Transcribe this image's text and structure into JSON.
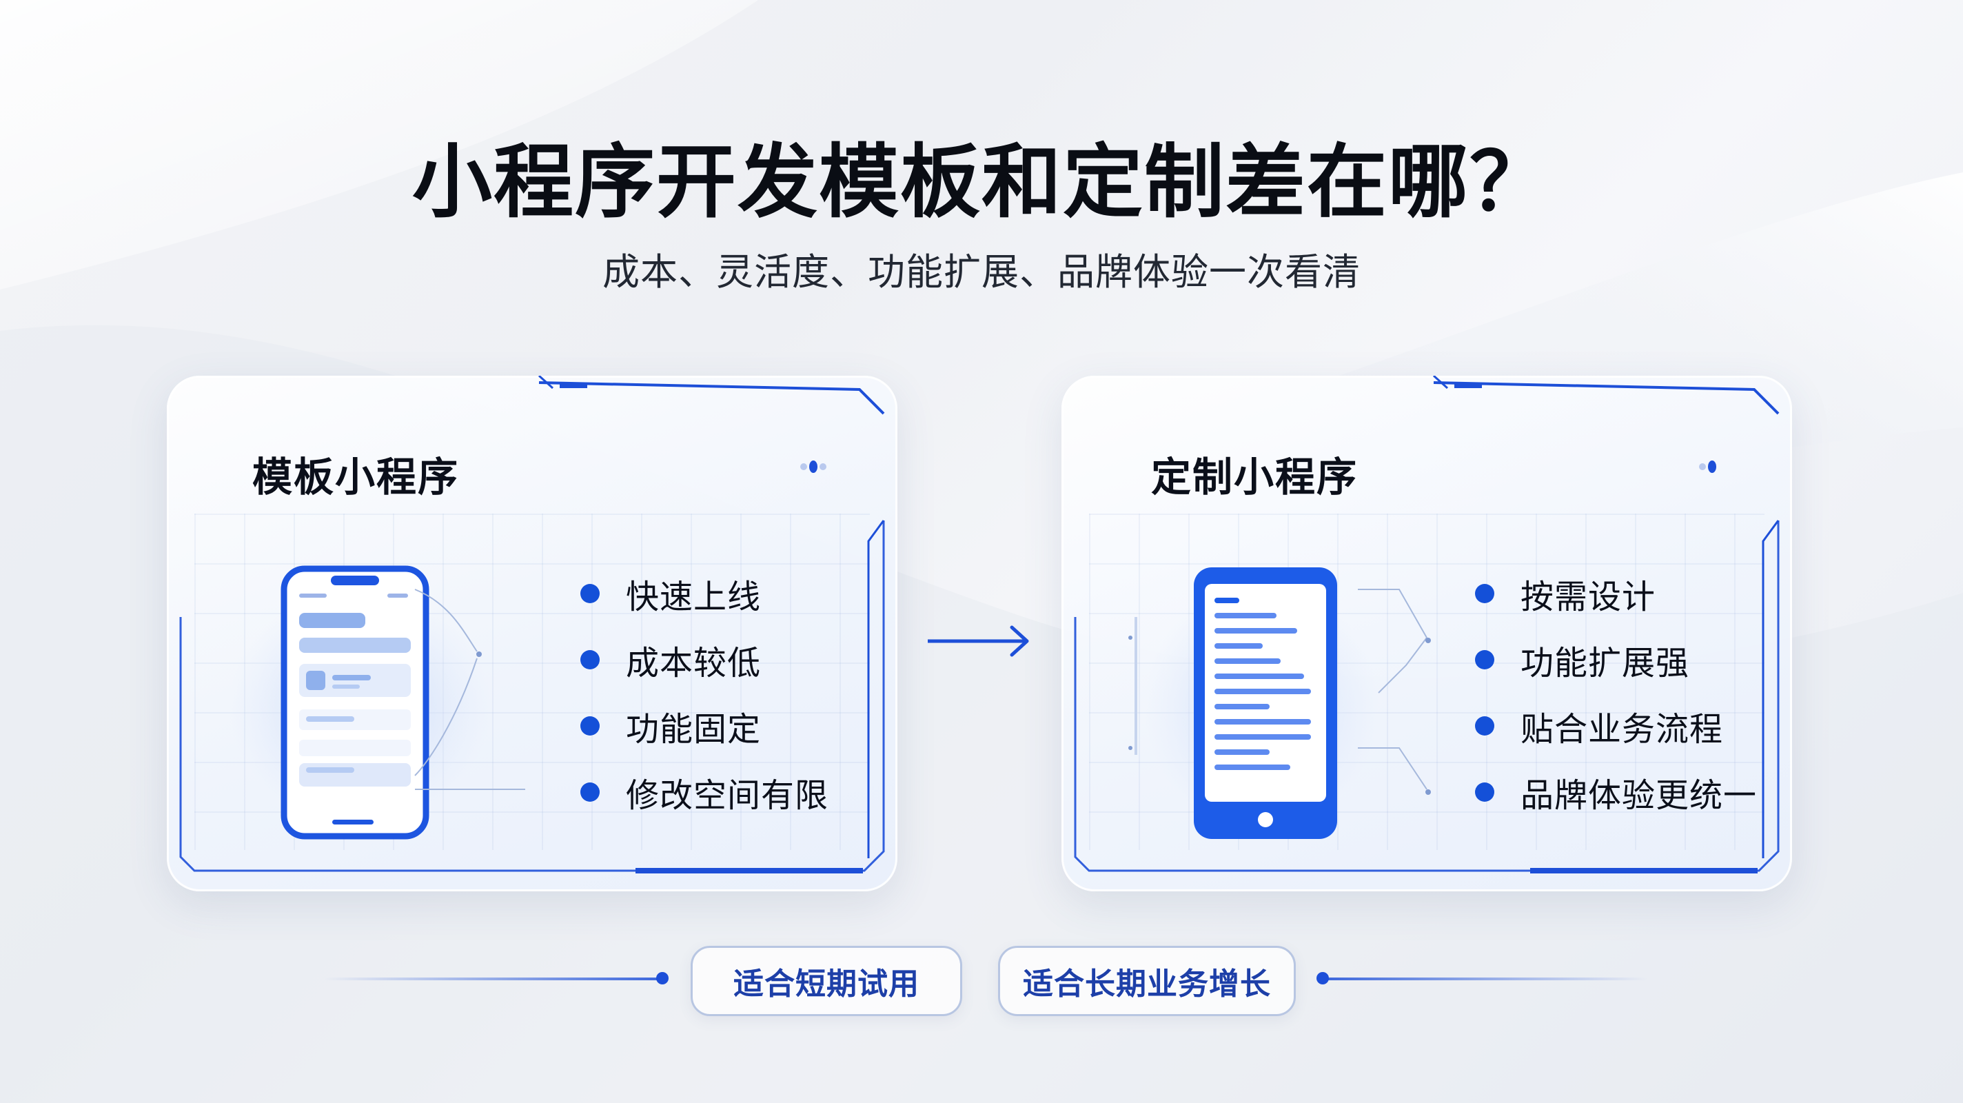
{
  "header": {
    "title": "小程序开发模板和定制差在哪？",
    "subtitle": "成本、灵活度、功能扩展、品牌体验一次看清"
  },
  "template_card": {
    "title": "模板小程序",
    "features": [
      "快速上线",
      "成本较低",
      "功能固定",
      "修改空间有限"
    ]
  },
  "custom_card": {
    "title": "定制小程序",
    "features": [
      "按需设计",
      "功能扩展强",
      "贴合业务流程",
      "品牌体验更统一"
    ]
  },
  "footer": {
    "template_tag": "适合短期试用",
    "custom_tag": "适合长期业务增长"
  },
  "colors": {
    "accent": "#1450d8",
    "text": "#0b0f1a",
    "pill_text": "#1d3fa8"
  }
}
